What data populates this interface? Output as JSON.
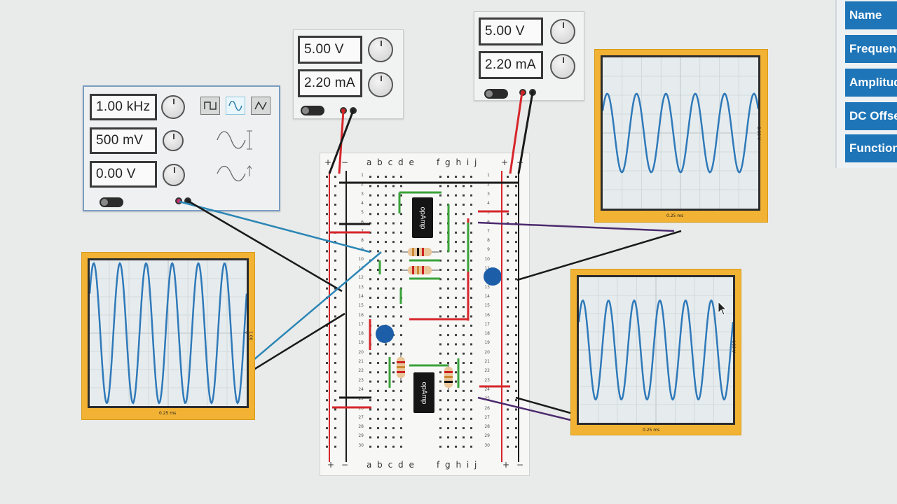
{
  "function_generator": {
    "frequency": "1.00 kHz",
    "amplitude": "500 mV",
    "dc_offset": "0.00 V",
    "waveforms": [
      "square-wave-icon",
      "sine-wave-icon",
      "triangle-wave-icon"
    ],
    "selected_waveform": "sine"
  },
  "power_supply_1": {
    "voltage": "5.00 V",
    "current": "2.20 mA"
  },
  "power_supply_2": {
    "voltage": "5.00 V",
    "current": "2.20 mA"
  },
  "breadboard": {
    "column_letters_left": "a b c d e",
    "column_letters_right": "f g h i j",
    "rail_plus": "+",
    "rail_minus": "−",
    "row_numbers": [
      "1",
      "2",
      "3",
      "4",
      "5",
      "6",
      "7",
      "8",
      "9",
      "10",
      "11",
      "12",
      "13",
      "14",
      "15",
      "16",
      "17",
      "18",
      "19",
      "20",
      "21",
      "22",
      "23",
      "24",
      "25",
      "26",
      "27",
      "28",
      "29",
      "30"
    ],
    "chip_label": "opAmp"
  },
  "oscilloscopes": [
    {
      "id": "left",
      "time_div": "0.25 ms",
      "volt_div": "1.00 V"
    },
    {
      "id": "top-right",
      "time_div": "0.25 ms",
      "volt_div": "2.00 V"
    },
    {
      "id": "bottom-right",
      "time_div": "0.25 ms",
      "volt_div": "4.00 V"
    }
  ],
  "side_menu": {
    "items": [
      "Name",
      "Frequency",
      "Amplitude",
      "DC Offset",
      "Function"
    ]
  },
  "colors": {
    "wire_red": "#d6262b",
    "wire_black": "#1a1a1a",
    "wire_blue": "#2b86b5",
    "wire_purple": "#4c2b6e",
    "wire_green": "#3aa33a",
    "scope_frame": "#f2b233",
    "trace": "#2f79b9",
    "menu_button": "#1e75b8"
  }
}
